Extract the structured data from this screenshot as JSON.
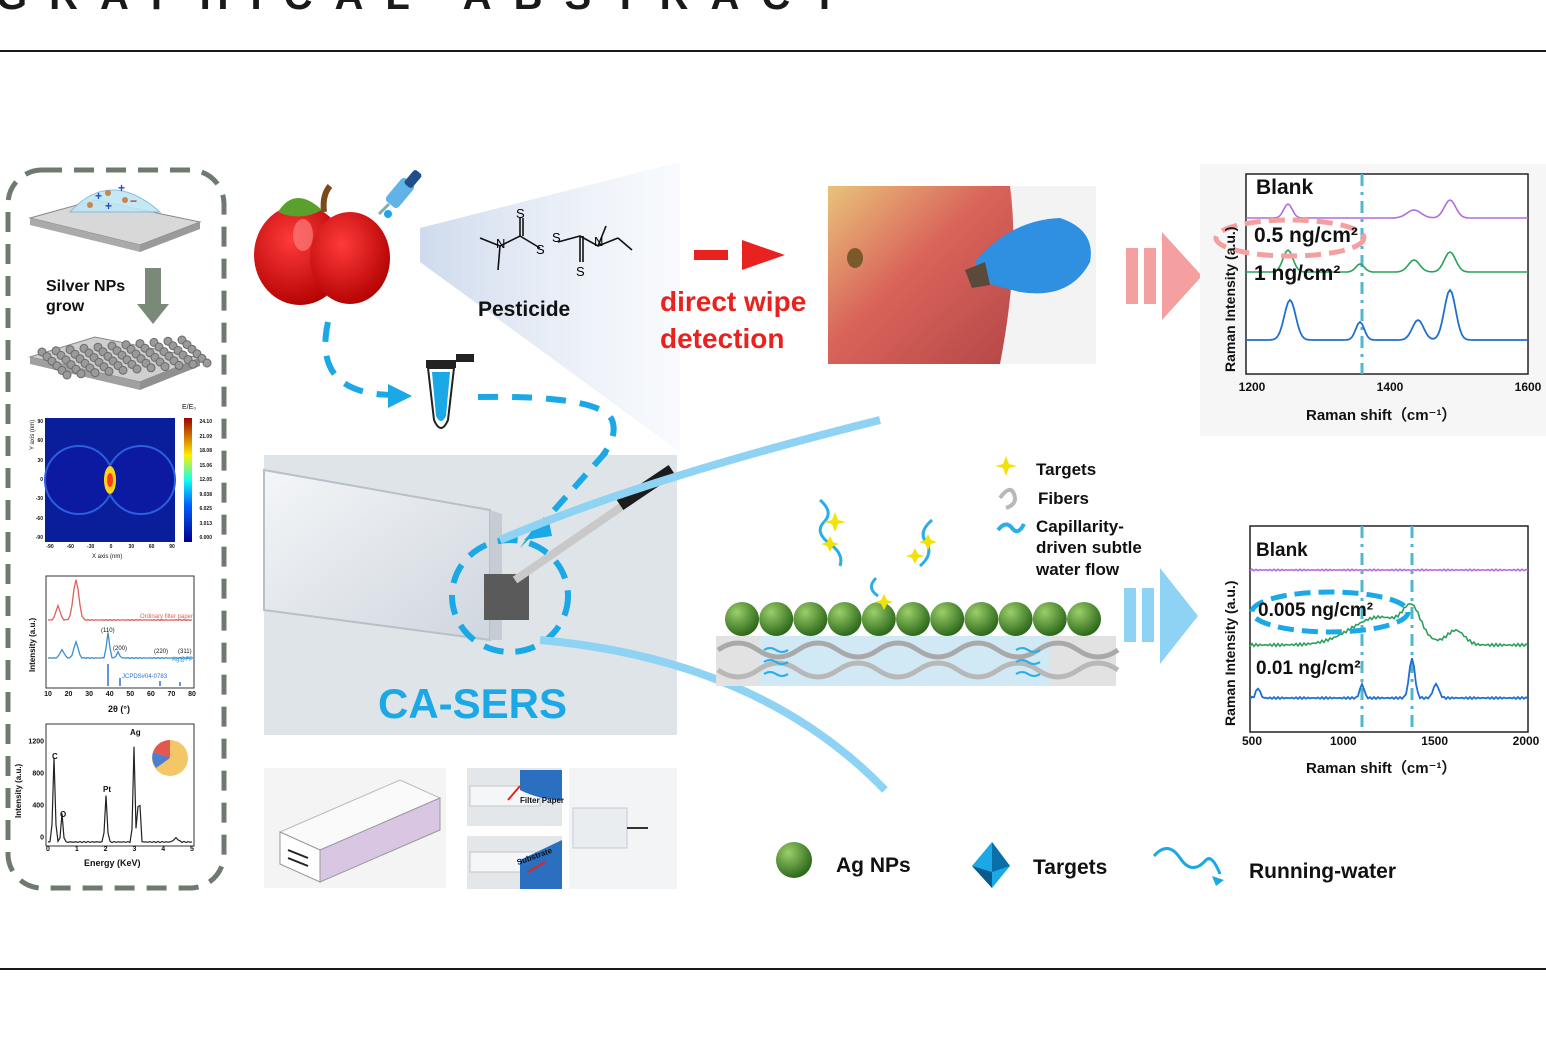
{
  "header": {
    "title": "GRAPHICAL ABSTRACT"
  },
  "synthesis_panel": {
    "step_label_line1": "Silver NPs",
    "step_label_line2": "grow",
    "fdtd": {
      "colorbar_title": "E/E₀",
      "colorbar_ticks": [
        "24.10",
        "21.09",
        "18.08",
        "15.06",
        "12.05",
        "9.038",
        "6.025",
        "3.013",
        "0.000"
      ],
      "x_label": "X axis (nm)",
      "y_label": "Y axis (nm)",
      "x_ticks": [
        "-90",
        "-60",
        "-30",
        "0",
        "30",
        "60",
        "90"
      ],
      "y_ticks": [
        "90",
        "60",
        "30",
        "0",
        "-30",
        "-60",
        "-90"
      ]
    },
    "xrd": {
      "y_label": "Intensity (a.u.)",
      "x_label": "2θ (°)",
      "x_ticks": [
        "10",
        "20",
        "30",
        "40",
        "50",
        "60",
        "70",
        "80"
      ],
      "peaks": [
        "(110)",
        "(200)",
        "(220)",
        "(311)"
      ],
      "legend": [
        "Ordinary filter paper",
        "Ag@FP",
        "JCPDS#04-0783"
      ]
    },
    "eds": {
      "y_label": "Intensity (a.u.)",
      "x_label": "Energy (KeV)",
      "x_ticks": [
        "0",
        "1",
        "2",
        "3",
        "4",
        "5"
      ],
      "y_ticks": [
        "0",
        "400",
        "800",
        "1200"
      ],
      "peak_labels": [
        "C",
        "O",
        "Pt",
        "Ag"
      ]
    }
  },
  "workflow": {
    "pesticide_label": "Pesticide",
    "molecule_atoms": [
      "S",
      "S",
      "S",
      "S",
      "N",
      "N"
    ],
    "wipe_label_line1": "direct wipe",
    "wipe_label_line2": "detection",
    "device_label": "CA-SERS",
    "inset_filter_paper": "Filter Paper",
    "inset_substrate": "Substrate"
  },
  "spectrum_top": {
    "y_label": "Raman Intensity (a.u.)",
    "x_label": "Raman shift（cm⁻¹）",
    "x_ticks": [
      "1200",
      "1400",
      "1600"
    ],
    "series": [
      "Blank",
      "0.5 ng/cm²",
      "1 ng/cm²"
    ]
  },
  "spectrum_bottom": {
    "y_label": "Raman Intensity (a.u.)",
    "x_label": "Raman shift（cm⁻¹）",
    "x_ticks": [
      "500",
      "1000",
      "1500",
      "2000"
    ],
    "series": [
      "Blank",
      "0.005 ng/cm²",
      "0.01 ng/cm²"
    ]
  },
  "mechanism_legend": {
    "targets": "Targets",
    "fibers": "Fibers",
    "flow_line1": "Capillarity-",
    "flow_line2": "driven subtle",
    "flow_line3": "water flow"
  },
  "bottom_legend": {
    "ag_nps": "Ag NPs",
    "targets": "Targets",
    "running_water": "Running-water"
  },
  "colors": {
    "accent_blue": "#1aa8e6",
    "accent_red": "#e8231f",
    "np_green": "#4f8a2c",
    "arrow_pink": "#f4a0a0",
    "arrow_lightblue": "#8fd3f4",
    "panel_border": "#6f7a6f"
  }
}
